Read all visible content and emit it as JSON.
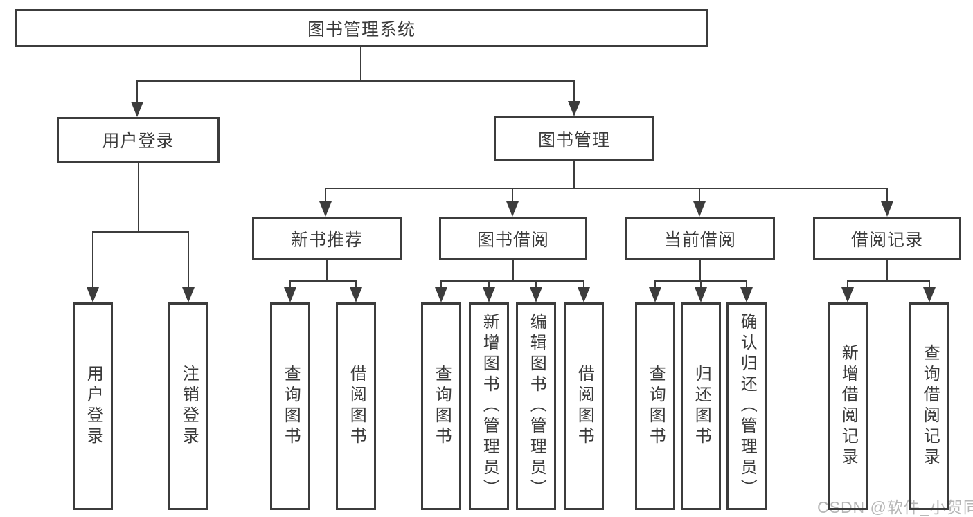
{
  "nodes": {
    "root": {
      "label": "图书管理系统"
    },
    "user_login": {
      "label": "用户登录"
    },
    "book_management": {
      "label": "图书管理"
    },
    "new_book_recommend": {
      "label": "新书推荐"
    },
    "book_borrowing": {
      "label": "图书借阅"
    },
    "current_borrowing": {
      "label": "当前借阅"
    },
    "borrowing_records": {
      "label": "借阅记录"
    },
    "leaf_user_login": {
      "label": "用户登录"
    },
    "leaf_logout": {
      "label": "注销登录"
    },
    "leaf_query_books_a": {
      "label": "查询图书"
    },
    "leaf_borrow_books_a": {
      "label": "借阅图书"
    },
    "leaf_query_books_b": {
      "label": "查询图书"
    },
    "leaf_add_books_admin": {
      "label": "新增图书（管理员）"
    },
    "leaf_edit_books_admin": {
      "label": "编辑图书（管理员）"
    },
    "leaf_borrow_books_b": {
      "label": "借阅图书"
    },
    "leaf_query_books_c": {
      "label": "查询图书"
    },
    "leaf_return_books": {
      "label": "归还图书"
    },
    "leaf_confirm_return_admin": {
      "label": "确认归还（管理员）"
    },
    "leaf_add_borrow_record": {
      "label": "新增借阅记录"
    },
    "leaf_query_borrow_record": {
      "label": "查询借阅记录"
    }
  },
  "watermark": {
    "text": "CSDN @软件_小贺同学"
  },
  "colors": {
    "line": "#3c3c3c",
    "text": "#3a3a3a",
    "watermark": "#b6b6b6",
    "background": "#ffffff"
  }
}
